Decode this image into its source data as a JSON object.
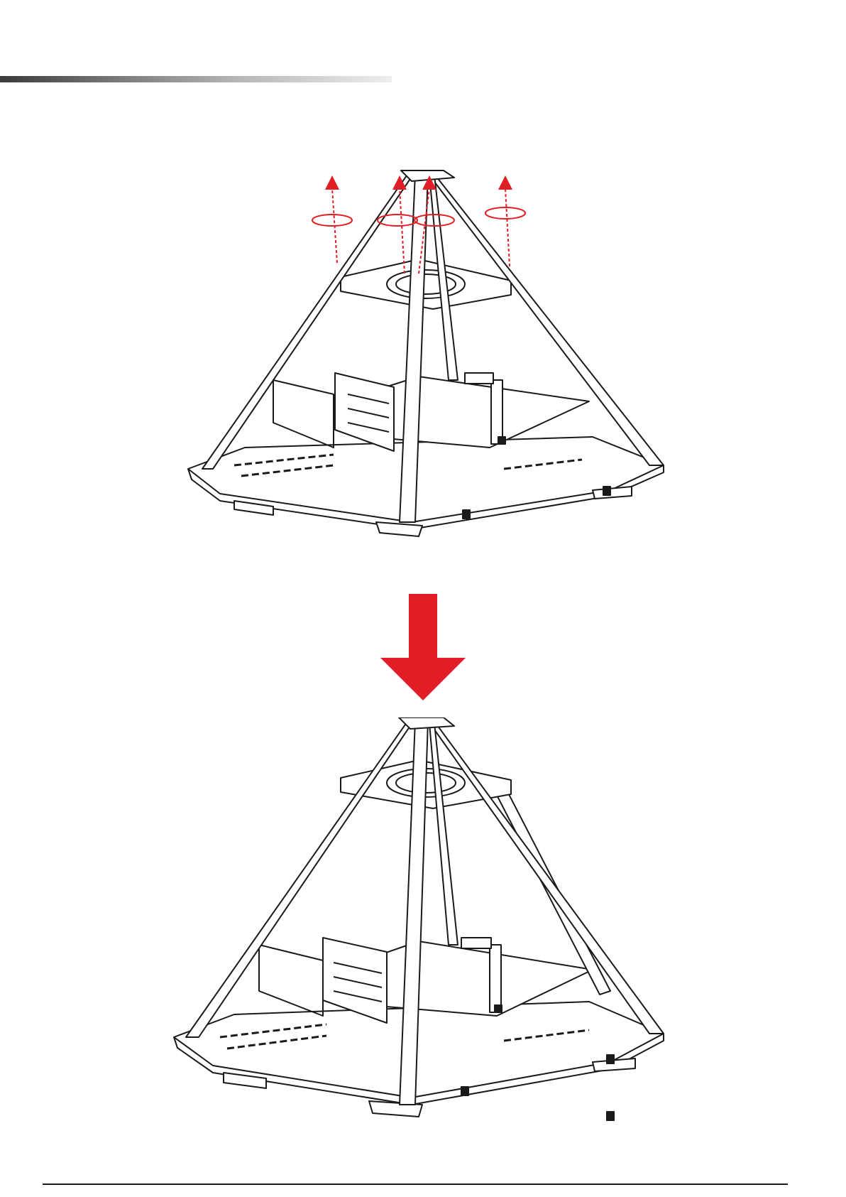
{
  "document": {
    "header_rule": "gradient-rule",
    "steps": [
      {
        "name": "step-1-unscrew-top-plate",
        "icon": "pyramid-frame-with-removal-arrows"
      },
      {
        "name": "step-2-result-frame",
        "icon": "pyramid-frame-assembled"
      }
    ],
    "transition_arrow": "arrow-down-icon",
    "colors": {
      "accent_red": "#e11d25",
      "line_art": "#1a1a1a",
      "plate_fill": "#ffffff",
      "header_rule_dark": "#3a3a3a",
      "header_rule_light": "#eeeeee"
    }
  }
}
